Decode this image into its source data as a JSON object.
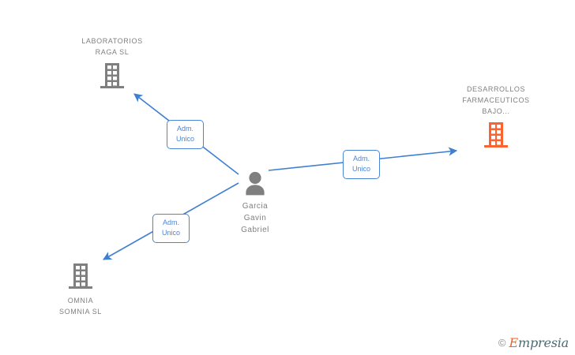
{
  "diagram": {
    "type": "corporate-relationship-graph",
    "background": "#ffffff",
    "colors": {
      "edge": "#3f7fd0",
      "edge_label_border": "#4a86d6",
      "edge_label_text": "#4a86d6",
      "node_label_text": "#808080",
      "company_icon": "#7f7f7f",
      "company_icon_highlight": "#fa6432",
      "person_icon": "#7f7f7f",
      "watermark_brand": "#f26522"
    },
    "center_node": {
      "id": "person-garcia-gavin-gabriel",
      "icon": "person-icon",
      "icon_color": "#7f7f7f",
      "label": "Garcia\nGavin\nGabriel",
      "label_position": "below"
    },
    "nodes": [
      {
        "id": "company-laboratorios-raga-sl",
        "icon": "building-icon",
        "icon_color": "#7f7f7f",
        "highlighted": false,
        "label": "LABORATORIOS\nRAGA SL",
        "label_position": "above"
      },
      {
        "id": "company-desarrollos-farmaceuticos-bajo",
        "icon": "building-icon",
        "icon_color": "#fa6432",
        "highlighted": true,
        "label": "DESARROLLOS\nFARMACEUTICOS\nBAJO...",
        "label_position": "above"
      },
      {
        "id": "company-omnia-somnia-sl",
        "icon": "building-icon",
        "icon_color": "#7f7f7f",
        "highlighted": false,
        "label": "OMNIA\nSOMNIA SL",
        "label_position": "below"
      }
    ],
    "edges": [
      {
        "id": "edge-to-laboratorios-raga",
        "from": "person-garcia-gavin-gabriel",
        "to": "company-laboratorios-raga-sl",
        "label": "Adm.\nUnico",
        "arrow": "to"
      },
      {
        "id": "edge-to-desarrollos-farmaceuticos",
        "from": "person-garcia-gavin-gabriel",
        "to": "company-desarrollos-farmaceuticos-bajo",
        "label": "Adm.\nUnico",
        "arrow": "to"
      },
      {
        "id": "edge-to-omnia-somnia",
        "from": "person-garcia-gavin-gabriel",
        "to": "company-omnia-somnia-sl",
        "label": "Adm.\nUnico",
        "arrow": "to"
      }
    ]
  },
  "watermark": {
    "copyright": "©",
    "brand_cap": "E",
    "brand_rest": "mpresia"
  }
}
